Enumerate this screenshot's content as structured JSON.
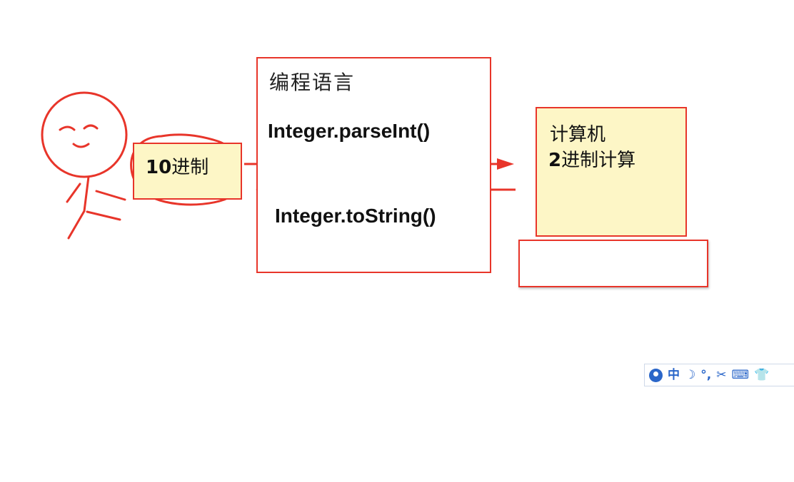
{
  "diagram": {
    "center_box": {
      "title": "编程语言",
      "method_parse": "Integer.parseInt()",
      "method_tostring": "Integer.toString()"
    },
    "person_box": {
      "number": "10",
      "label": "进制"
    },
    "computer": {
      "label": "计算机",
      "calc_number": "2",
      "calc_label": "进制计算"
    },
    "colors": {
      "accent": "#e8352a",
      "note_fill": "#fdf6c6"
    }
  },
  "ime_toolbar": {
    "lang_label": "中",
    "punct_label": "°,",
    "icons": [
      "user-icon",
      "moon-icon",
      "punctuation-icon",
      "scissors-icon",
      "keyboard-icon",
      "shirt-icon"
    ]
  }
}
